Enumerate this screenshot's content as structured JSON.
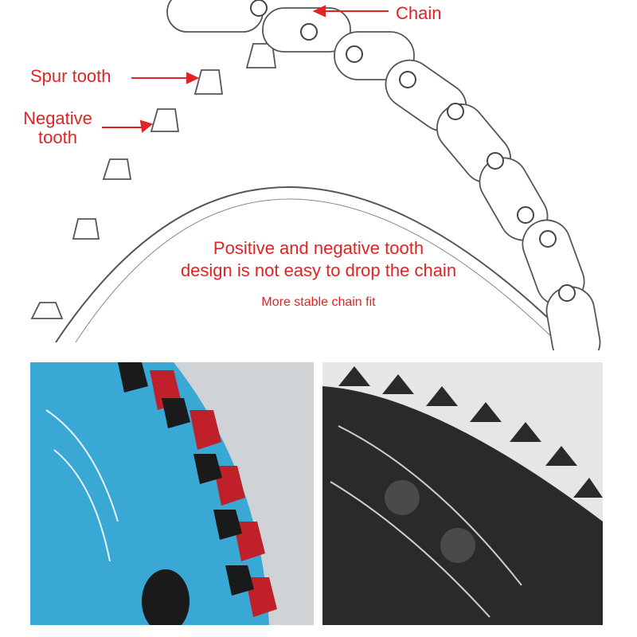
{
  "labels": {
    "chain": "Chain",
    "spur_tooth": "Spur tooth",
    "negative_tooth_line1": "Negative",
    "negative_tooth_line2": "tooth"
  },
  "headline": {
    "line1": "Positive and negative tooth",
    "line2": "design is not easy to drop the chain"
  },
  "subline": "More stable chain fit",
  "photos": {
    "left": {
      "subject": "blue and red narrow-wide chainring close-up",
      "accent": "#3aa8d4",
      "tooth_color": "#c0202a"
    },
    "right": {
      "subject": "black narrow-wide chainring close-up",
      "accent": "#222222"
    }
  },
  "colors": {
    "annotation": "#e02424",
    "line_art": "#555555"
  }
}
